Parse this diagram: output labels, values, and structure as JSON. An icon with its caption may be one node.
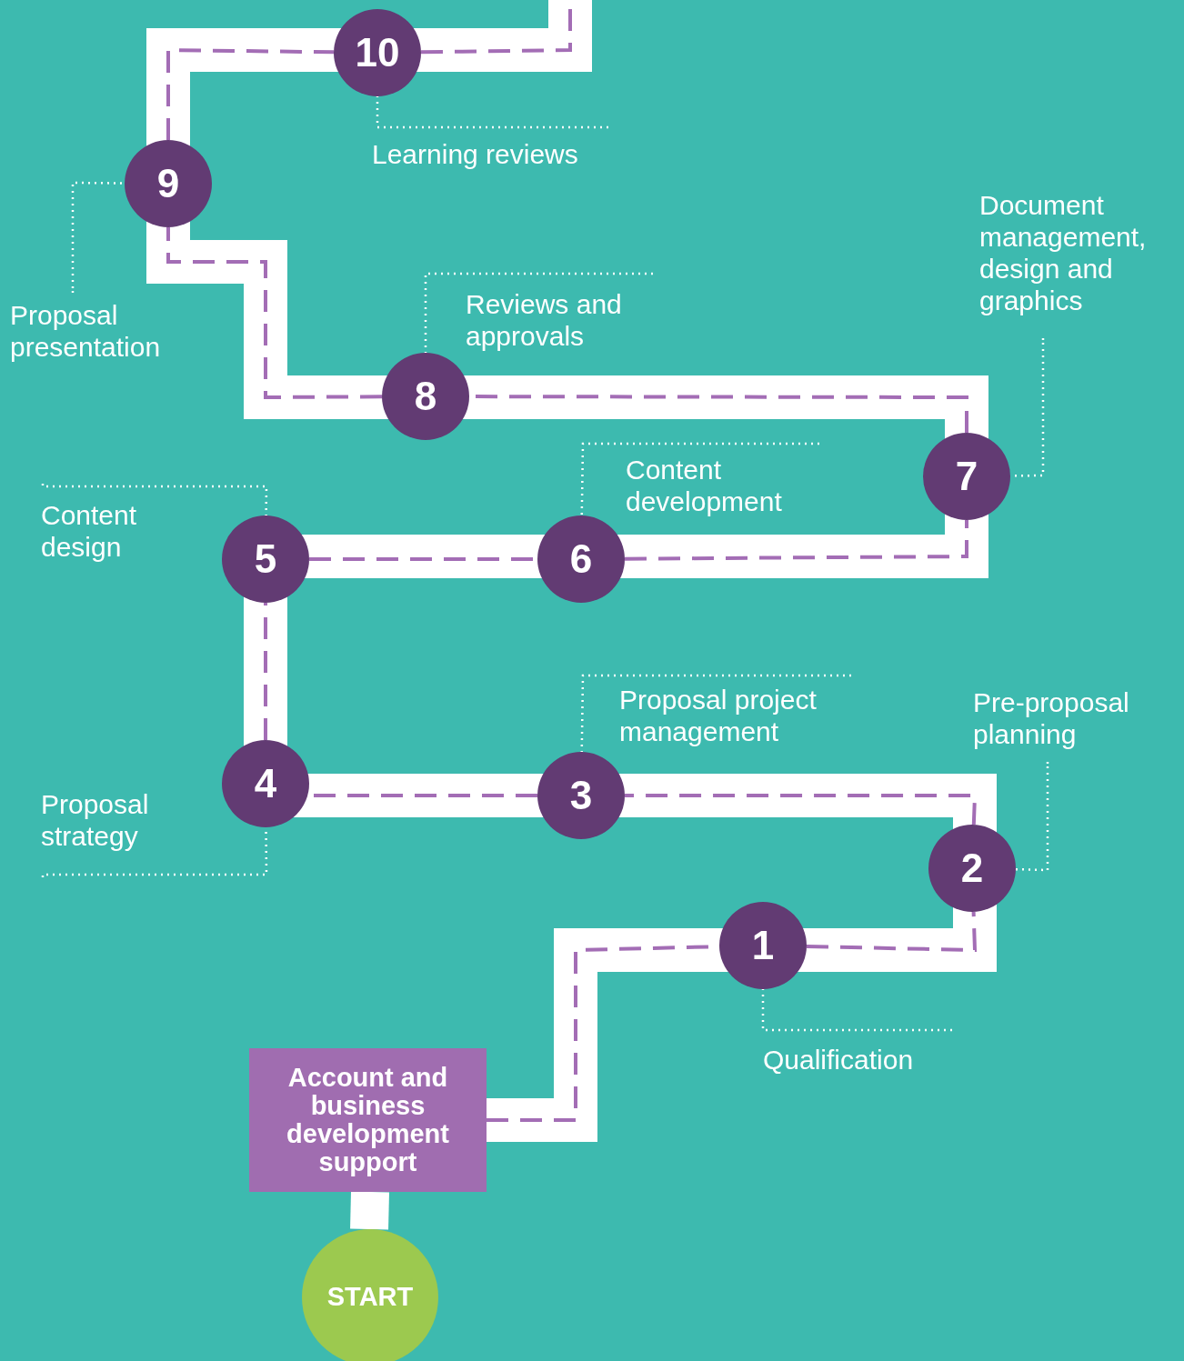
{
  "diagram": {
    "nodes": [
      {
        "text": [
          "START"
        ]
      },
      {
        "text": [
          "Account and business development support"
        ]
      },
      {
        "text": [
          "1"
        ]
      },
      {
        "text": [
          "2"
        ]
      },
      {
        "text": [
          "3"
        ]
      },
      {
        "text": [
          "4"
        ]
      },
      {
        "text": [
          "5"
        ]
      },
      {
        "text": [
          "6"
        ]
      },
      {
        "text": [
          "7"
        ]
      },
      {
        "text": [
          "8"
        ]
      },
      {
        "text": [
          "9"
        ]
      },
      {
        "text": [
          "10"
        ]
      },
      {
        "text": [
          "Qualification"
        ]
      },
      {
        "text": [
          "Pre-proposal planning"
        ]
      },
      {
        "text": [
          "Proposal project management"
        ]
      },
      {
        "text": [
          "Proposal strategy"
        ]
      },
      {
        "text": [
          "Content design"
        ]
      },
      {
        "text": [
          "Content development"
        ]
      },
      {
        "text": [
          "Document management, design and graphics"
        ]
      },
      {
        "text": [
          "Reviews and approvals"
        ]
      },
      {
        "text": [
          "Proposal presentation"
        ]
      },
      {
        "text": [
          "Learning reviews"
        ]
      }
    ],
    "edges": [
      {
        "from": 0,
        "to": 1,
        "arrow": "none",
        "style": "thick",
        "color": "#ffffff"
      },
      {
        "from": 1,
        "to": 2,
        "arrow": "none",
        "style": "dashed",
        "color": "#a36db5"
      },
      {
        "from": 2,
        "to": 3,
        "arrow": "none",
        "style": "dashed",
        "color": "#a36db5"
      },
      {
        "from": 3,
        "to": 4,
        "arrow": "none",
        "style": "dashed",
        "color": "#a36db5"
      },
      {
        "from": 4,
        "to": 5,
        "arrow": "none",
        "style": "dashed",
        "color": "#a36db5"
      },
      {
        "from": 5,
        "to": 6,
        "arrow": "none",
        "style": "dashed",
        "color": "#a36db5"
      },
      {
        "from": 6,
        "to": 7,
        "arrow": "none",
        "style": "dashed",
        "color": "#a36db5"
      },
      {
        "from": 7,
        "to": 8,
        "arrow": "none",
        "style": "dashed",
        "color": "#a36db5"
      },
      {
        "from": 8,
        "to": 9,
        "arrow": "none",
        "style": "dashed",
        "color": "#a36db5"
      },
      {
        "from": 9,
        "to": 10,
        "arrow": "none",
        "style": "dashed",
        "color": "#a36db5"
      },
      {
        "from": 10,
        "to": 11,
        "arrow": "none",
        "style": "dashed",
        "color": "#a36db5"
      },
      {
        "from": 11,
        "to": null,
        "arrow": "none",
        "style": "dashed",
        "color": "#a36db5"
      },
      {
        "from": 12,
        "to": 2,
        "arrow": "none",
        "style": "dashed",
        "color": "#ffffff"
      },
      {
        "from": 13,
        "to": 3,
        "arrow": "none",
        "style": "dashed",
        "color": "#ffffff"
      },
      {
        "from": 14,
        "to": 4,
        "arrow": "none",
        "style": "dashed",
        "color": "#ffffff"
      },
      {
        "from": 15,
        "to": 5,
        "arrow": "none",
        "style": "dashed",
        "color": "#ffffff"
      },
      {
        "from": 16,
        "to": 6,
        "arrow": "none",
        "style": "dashed",
        "color": "#ffffff"
      },
      {
        "from": 17,
        "to": 7,
        "arrow": "none",
        "style": "dashed",
        "color": "#ffffff"
      },
      {
        "from": 18,
        "to": 8,
        "arrow": "none",
        "style": "dashed",
        "color": "#ffffff"
      },
      {
        "from": 19,
        "to": 9,
        "arrow": "none",
        "style": "dashed",
        "color": "#ffffff"
      },
      {
        "from": 20,
        "to": 10,
        "arrow": "none",
        "style": "dashed",
        "color": "#ffffff"
      },
      {
        "from": 21,
        "to": 11,
        "arrow": "none",
        "style": "dashed",
        "color": "#ffffff"
      }
    ]
  }
}
